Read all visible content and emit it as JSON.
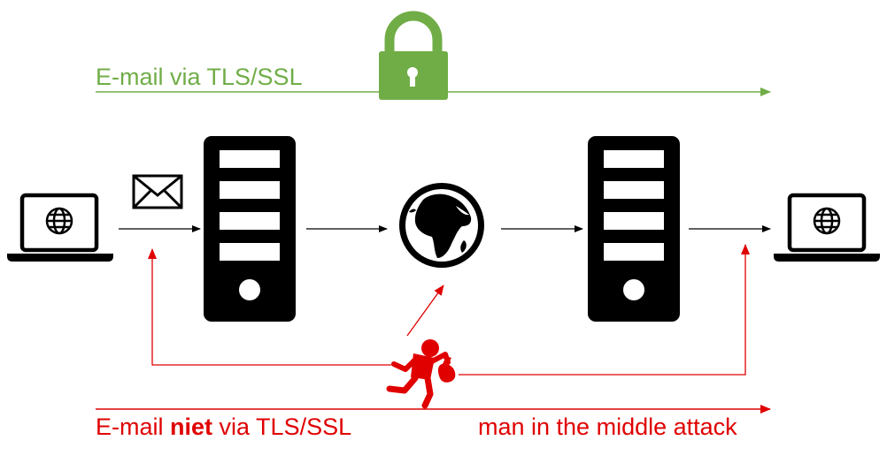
{
  "labels": {
    "tls": "E-mail via TLS/SSL",
    "no_tls_prefix": "E-mail ",
    "no_tls_emphasis": "niet",
    "no_tls_suffix": " via TLS/SSL",
    "mitm": "man in the middle attack"
  },
  "colors": {
    "secure": "#70ad47",
    "attack": "#e00000",
    "device": "#000000"
  },
  "icons": [
    "lock-icon",
    "envelope-icon",
    "laptop-icon",
    "server-icon",
    "globe-icon",
    "thief-icon"
  ]
}
